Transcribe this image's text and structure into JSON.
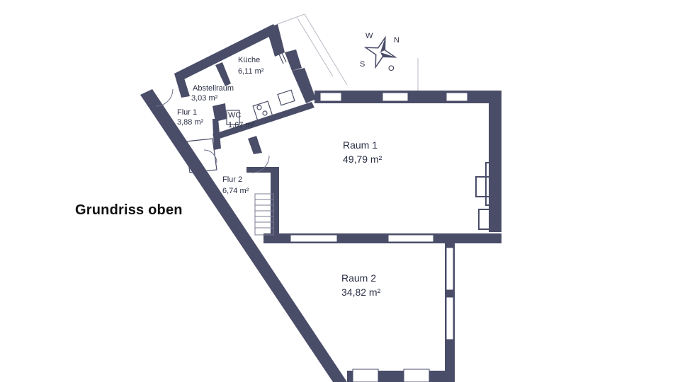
{
  "heading": "Grundriss oben",
  "compass": {
    "n": "N",
    "w": "W",
    "s": "S",
    "o": "O"
  },
  "colors": {
    "wall": "#4a4d68",
    "ink": "#2b2f45",
    "paper": "#ffffff"
  },
  "rooms": {
    "kueche": {
      "name": "Küche",
      "area": "6,11 m²"
    },
    "abstell": {
      "name": "Abstellraum",
      "area": "3,03 m²"
    },
    "flur1": {
      "name": "Flur 1",
      "area": "3,88 m²"
    },
    "wc": {
      "name": "WC",
      "area": "1,67 m²"
    },
    "flur2": {
      "name": "Flur 2",
      "area": "6,74 m²"
    },
    "raum1": {
      "name": "Raum 1",
      "area": "49,79 m²"
    },
    "raum2": {
      "name": "Raum 2",
      "area": "34,82 m²"
    }
  }
}
